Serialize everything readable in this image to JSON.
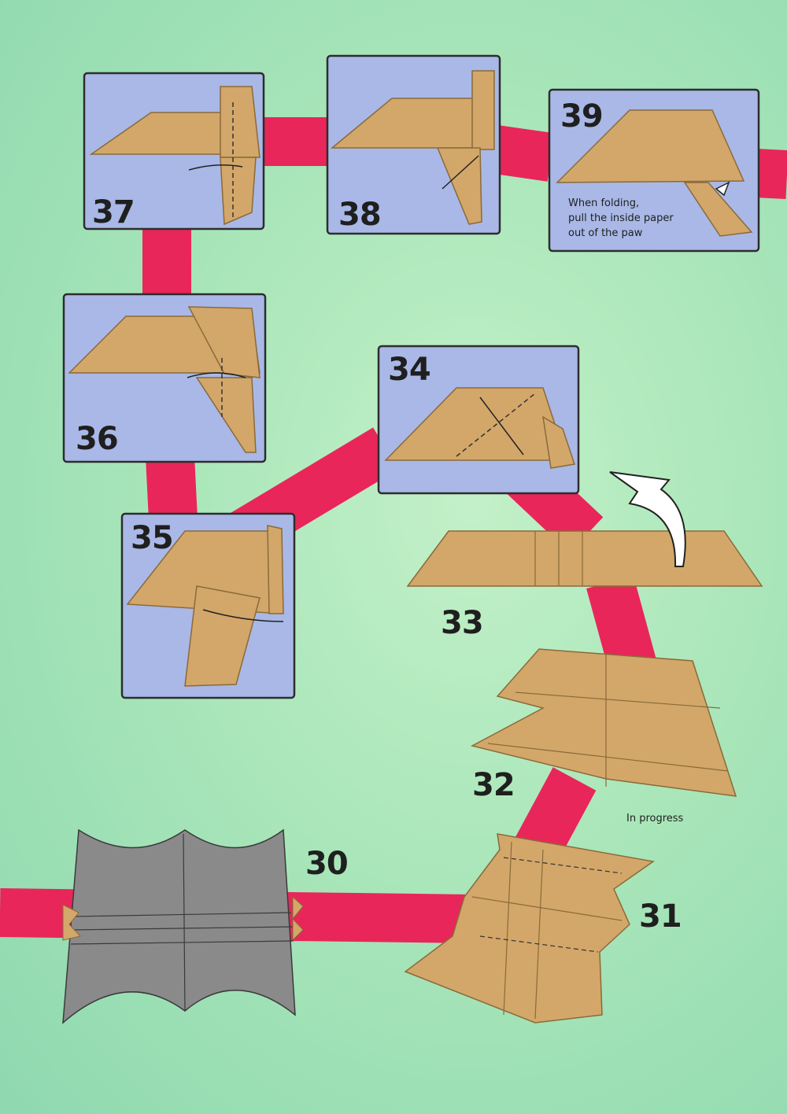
{
  "steps": {
    "s30": "30",
    "s31": "31",
    "s32": "32",
    "s33": "33",
    "s34": "34",
    "s35": "35",
    "s36": "36",
    "s37": "37",
    "s38": "38",
    "s39": "39"
  },
  "notes": {
    "in_progress": "In progress",
    "step39_line1": "When folding,",
    "step39_line2": "pull the inside paper",
    "step39_line3": "out of the paw"
  },
  "colors": {
    "path": "#e8265a",
    "panel": "#a9b8e6",
    "paper": "#d3a769",
    "paper_edge": "#8a6a3a",
    "gray_paper": "#8a8a8a"
  }
}
